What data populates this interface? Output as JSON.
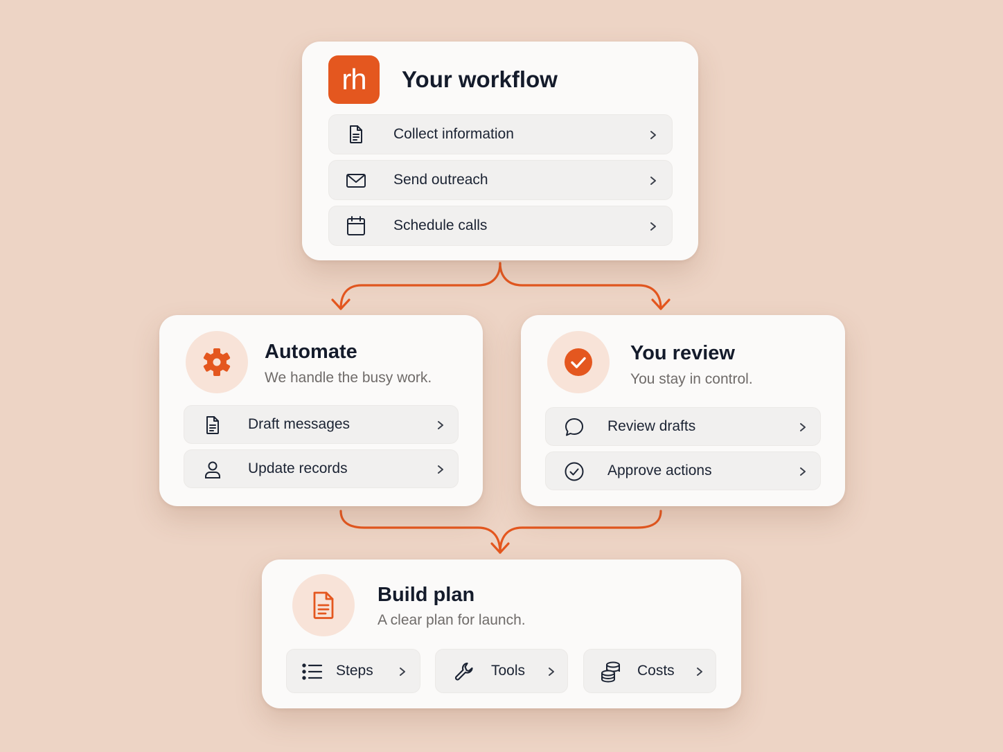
{
  "colors": {
    "background": "#edd4c5",
    "accent": "#e4571f",
    "accent_soft": "#f8e3d8",
    "card": "#fbfaf9",
    "row": "#f1f0ef"
  },
  "workflow": {
    "logo_text": "rh",
    "title": "Your workflow",
    "items": [
      {
        "label": "Collect information",
        "icon": "document-icon"
      },
      {
        "label": "Send outreach",
        "icon": "mail-icon"
      },
      {
        "label": "Schedule calls",
        "icon": "calendar-icon"
      }
    ]
  },
  "automate": {
    "icon": "gear-icon",
    "title": "Automate",
    "subtitle": "We handle the busy work.",
    "items": [
      {
        "label": "Draft messages",
        "icon": "document-icon"
      },
      {
        "label": "Update records",
        "icon": "user-icon"
      }
    ]
  },
  "review": {
    "icon": "check-circle-icon",
    "title": "You review",
    "subtitle": "You stay in control.",
    "items": [
      {
        "label": "Review drafts",
        "icon": "chat-bubble-icon"
      },
      {
        "label": "Approve actions",
        "icon": "check-circle-outline-icon"
      }
    ]
  },
  "plan": {
    "icon": "document-icon",
    "title": "Build plan",
    "subtitle": "A clear plan for launch.",
    "items": [
      {
        "label": "Steps",
        "icon": "list-icon"
      },
      {
        "label": "Tools",
        "icon": "wrench-icon"
      },
      {
        "label": "Costs",
        "icon": "coins-icon"
      }
    ]
  }
}
